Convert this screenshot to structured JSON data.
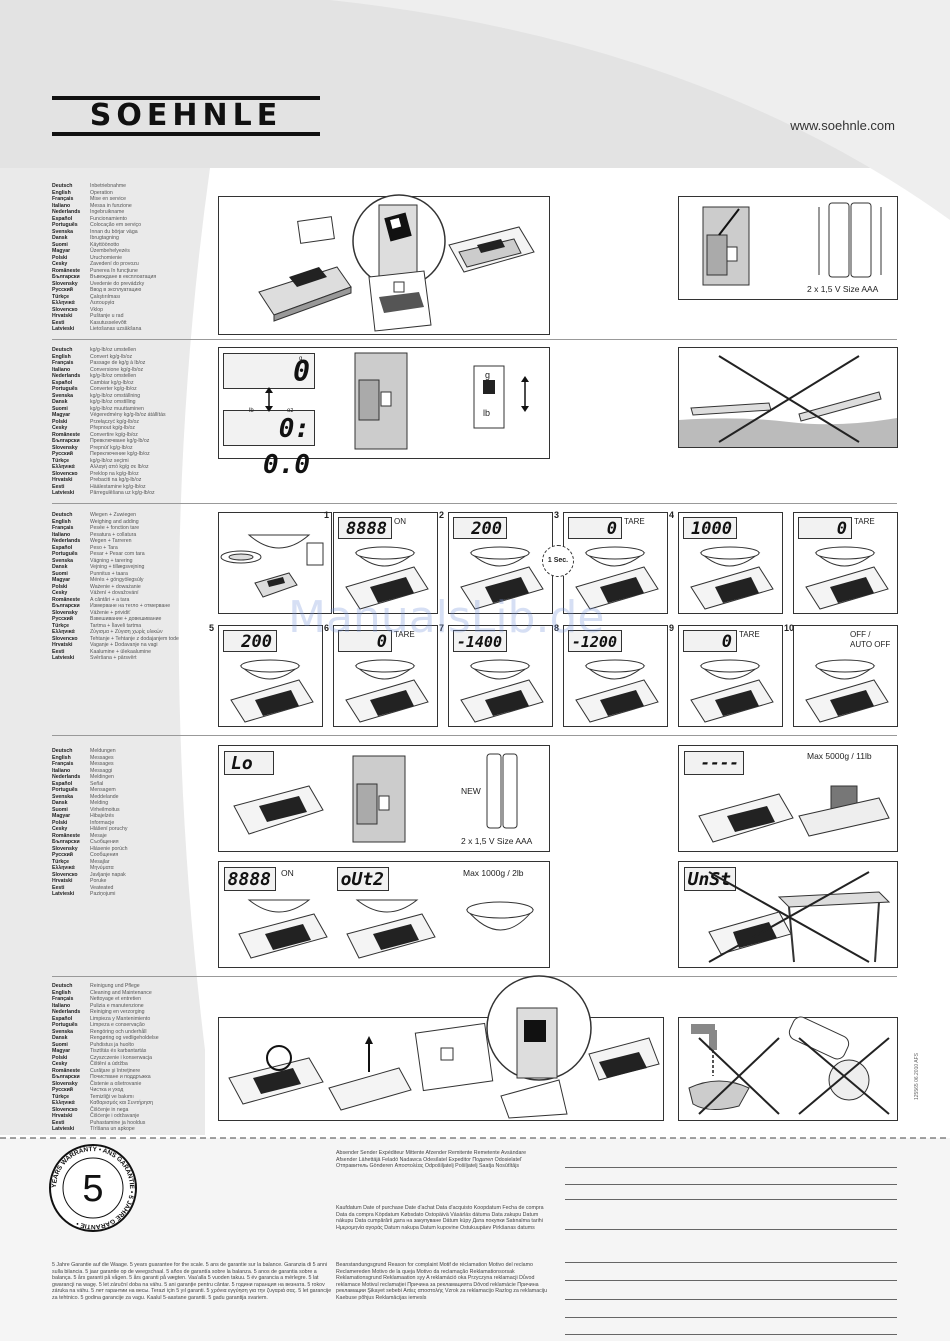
{
  "brand": "SOEHNLE",
  "website": "www.soehnle.com",
  "sections": [
    {
      "id": "operation",
      "langs": [
        [
          "Deutsch",
          "Inbetriebnahme"
        ],
        [
          "English",
          "Operation"
        ],
        [
          "Français",
          "Mise en service"
        ],
        [
          "Italiano",
          "Messa in funzione"
        ],
        [
          "Nederlands",
          "Ingebruikname"
        ],
        [
          "Español",
          "Funcionamiento"
        ],
        [
          "Português",
          "Colocação em serviço"
        ],
        [
          "Svenska",
          "Innan du börjar väga"
        ],
        [
          "Dansk",
          "Ibrugtagning"
        ],
        [
          "Suomi",
          "Käyttöönotto"
        ],
        [
          "Magyar",
          "Üzembehelyezés"
        ],
        [
          "Polski",
          "Uruchomienie"
        ],
        [
          "Cesky",
          "Zavedení do provozu"
        ],
        [
          "Româneste",
          "Punerea în funcţiune"
        ],
        [
          "Български",
          "Въвеждане в експлоатация"
        ],
        [
          "Slovensky",
          "Uvedenie do prevádzky"
        ],
        [
          "Русский",
          "Ввод в эксплуатацию"
        ],
        [
          "Türkçe",
          "Çalıştırılması"
        ],
        [
          "Ελληνικά",
          "Λειτουργία"
        ],
        [
          "Slovenско",
          "Vklop"
        ],
        [
          "Hrvatski",
          "Puštanje u rad"
        ],
        [
          "Eesti",
          "Kasutusselevõtt"
        ],
        [
          "Latvieski",
          "Lietošanas uzsākšana"
        ]
      ],
      "battery_caption": "2 x 1,5 V Size AAA"
    },
    {
      "id": "convert",
      "langs": [
        [
          "Deutsch",
          "kg/g-lb/oz umstellen"
        ],
        [
          "English",
          "Convert kg/g-lb/oz"
        ],
        [
          "Français",
          "Passage de kg/g à lb/oz"
        ],
        [
          "Italiano",
          "Conversione kg/g-lb/oz"
        ],
        [
          "Nederlands",
          "kg/g-lb/oz omstellen"
        ],
        [
          "Español",
          "Cambiar kg/g-lb/oz"
        ],
        [
          "Português",
          "Converter kg/g-lb/oz"
        ],
        [
          "Svenska",
          "kg/g-lb/oz omställning"
        ],
        [
          "Dansk",
          "kg/g-lb/oz omstilling"
        ],
        [
          "Suomi",
          "kg/g-lb/oz muuttaminen"
        ],
        [
          "Magyar",
          "Végeredmény kg/g-lb/oz átállítás"
        ],
        [
          "Polski",
          "Przełączyć kg/g-lb/oz"
        ],
        [
          "Cesky",
          "Přepnout kg/g-lb/oz"
        ],
        [
          "Româneste",
          "Convertire kg/g-lb/oz"
        ],
        [
          "Български",
          "Превключване kg/g-lb/oz"
        ],
        [
          "Slovensky",
          "Prepnúť kg/g-lb/oz"
        ],
        [
          "Русский",
          "Переключение kg/g-lb/oz"
        ],
        [
          "Türkçe",
          "kg/g-lb/oz seçimi"
        ],
        [
          "Ελληνικά",
          "Αλλαγή από kg/g σε lb/oz"
        ],
        [
          "Slovenско",
          "Preklop na kg/g-lb/oz"
        ],
        [
          "Hrvatski",
          "Prebaciti na kg/g-lb/oz"
        ],
        [
          "Eesti",
          "Häälestamine kg/g-lb/oz"
        ],
        [
          "Latvieski",
          "Pārregulēšana uz kg/g-lb/oz"
        ]
      ],
      "lcd_g": "0",
      "lcd_lb": "0: 0.0",
      "unit_g": "g",
      "unit_lb": "lb",
      "unit_oz": "oz"
    },
    {
      "id": "weigh",
      "langs": [
        [
          "Deutsch",
          "Wiegen + Zuwiegen"
        ],
        [
          "English",
          "Weighing and adding"
        ],
        [
          "Français",
          "Pesée + fonction tare"
        ],
        [
          "Italiano",
          "Pesatura + collatura"
        ],
        [
          "Nederlands",
          "Wegen + Tarreren"
        ],
        [
          "Español",
          "Peso + Tara"
        ],
        [
          "Português",
          "Pesar + Pesar com tara"
        ],
        [
          "Svenska",
          "Vägning + tarering"
        ],
        [
          "Dansk",
          "Vejning + tillægsvejning"
        ],
        [
          "Suomi",
          "Punnitus + taara"
        ],
        [
          "Magyar",
          "Mérés + göngyölegsúly"
        ],
        [
          "Polski",
          "Ważenie + doważanie"
        ],
        [
          "Cesky",
          "Vážení + dovažování"
        ],
        [
          "Româneste",
          "A cântări + a tara"
        ],
        [
          "Български",
          "Измерване на тегло + отмерване"
        ],
        [
          "Slovensky",
          "Váženie + prividiť"
        ],
        [
          "Русский",
          "Взвешивание + довешивание"
        ],
        [
          "Türkçe",
          "Tartma + İlaveli tartma"
        ],
        [
          "Ελληνικά",
          "Ζύγισμα + Ζύγιση χωρίς υλικών"
        ],
        [
          "Slovenско",
          "Tehtanje + Tehtanje z dodajanjem tode"
        ],
        [
          "Hrvatski",
          "Vaganje + Dodavanje na vagi"
        ],
        [
          "Eesti",
          "Kaalumine + ülekaalumine"
        ],
        [
          "Latvieski",
          "Svēršana + pārsvērt"
        ]
      ],
      "steps": [
        {
          "no": "1",
          "lcd": "8888",
          "label": "ON"
        },
        {
          "no": "2",
          "lcd": "200",
          "label": "",
          "timer": "1 Sec."
        },
        {
          "no": "3",
          "lcd": "0",
          "label": "TARE"
        },
        {
          "no": "4",
          "lcd": "1000",
          "label": ""
        },
        {
          "no": "",
          "lcd": "0",
          "label": "TARE"
        },
        {
          "no": "5",
          "lcd": "200",
          "label": ""
        },
        {
          "no": "6",
          "lcd": "0",
          "label": "TARE"
        },
        {
          "no": "7",
          "lcd": "-1400",
          "label": ""
        },
        {
          "no": "8",
          "lcd": "-1200",
          "label": ""
        },
        {
          "no": "9",
          "lcd": "0",
          "label": "TARE"
        },
        {
          "no": "10",
          "lcd": "",
          "label": "OFF / AUTO OFF"
        }
      ]
    },
    {
      "id": "messages",
      "langs": [
        [
          "Deutsch",
          "Meldungen"
        ],
        [
          "English",
          "Messages"
        ],
        [
          "Français",
          "Messages"
        ],
        [
          "Italiano",
          "Messaggi"
        ],
        [
          "Nederlands",
          "Meldingen"
        ],
        [
          "Español",
          "Señal"
        ],
        [
          "Português",
          "Mensagem"
        ],
        [
          "Svenska",
          "Meddelande"
        ],
        [
          "Dansk",
          "Melding"
        ],
        [
          "Suomi",
          "Virheilmoitus"
        ],
        [
          "Magyar",
          "Hibajelzés"
        ],
        [
          "Polski",
          "Informacje"
        ],
        [
          "Cesky",
          "Hlášení poruchy"
        ],
        [
          "Româneste",
          "Mesaje"
        ],
        [
          "Български",
          "Съобщения"
        ],
        [
          "Slovensky",
          "Hlásenie porúch"
        ],
        [
          "Русский",
          "Сообщения"
        ],
        [
          "Türkçe",
          "Mesajlar"
        ],
        [
          "Ελληνικά",
          "Μηνύματα"
        ],
        [
          "Slovenско",
          "Javljanje napak"
        ],
        [
          "Hrvatski",
          "Poruke"
        ],
        [
          "Eesti",
          "Veateated"
        ],
        [
          "Latvieski",
          "Paziņojumi"
        ]
      ],
      "lcd_lo": "Lo",
      "new_label": "NEW",
      "battery_caption": "2 x 1,5 V Size AAA",
      "lcd_overload": "----",
      "max_5000": "Max 5000g / 11lb",
      "lcd_on": "8888",
      "on_label": "ON",
      "lcd_out2": "oUt2",
      "max_1000": "Max 1000g / 2lb",
      "lcd_unst": "UnSt"
    },
    {
      "id": "cleaning",
      "langs": [
        [
          "Deutsch",
          "Reinigung und Pflege"
        ],
        [
          "English",
          "Cleaning and Maintenance"
        ],
        [
          "Français",
          "Nettoyage et entretien"
        ],
        [
          "Italiano",
          "Pulizia e manutenzione"
        ],
        [
          "Nederlands",
          "Reiniging en verzorging"
        ],
        [
          "Español",
          "Limpieza y Mantenimiento"
        ],
        [
          "Português",
          "Limpeza e conservação"
        ],
        [
          "Svenska",
          "Rengöring och underhåll"
        ],
        [
          "Dansk",
          "Rengøring og vedligeholdelse"
        ],
        [
          "Suomi",
          "Puhdistus ja huolto"
        ],
        [
          "Magyar",
          "Tisztítás és karbantartás"
        ],
        [
          "Polski",
          "Czyszczenie i konserwacja"
        ],
        [
          "Cesky",
          "Čištění a údržba"
        ],
        [
          "Româneste",
          "Curăţare şi întreţinere"
        ],
        [
          "Български",
          "Почистване и поддръжка"
        ],
        [
          "Slovensky",
          "Čistenie a ošetrovanie"
        ],
        [
          "Русский",
          "Чистка и уход"
        ],
        [
          "Türkçe",
          "Temizliği ve bakımı"
        ],
        [
          "Ελληνικά",
          "Καθαρισμός και Συντήρηση"
        ],
        [
          "Slovenско",
          "Čiščenje in nega"
        ],
        [
          "Hrvatski",
          "Čišćenje i održavanje"
        ],
        [
          "Eesti",
          "Puhastamine ja hooldus"
        ],
        [
          "Latvieski",
          "Tīrīšana un apkope"
        ]
      ]
    }
  ],
  "warranty": {
    "badge_number": "5",
    "badge_ring_text": "YEARS WARRANTY • ANS GARANTIE • 5 JAHRE GARANTIE •",
    "text": "5 Jahre Garantie auf die Waage. 5 years guarantee for the scale. 5 ans de garantie sur la balance. Garanzia di 5 anni sulla bilancia. 5 jaar garantie op de weegschaal. 5 años de garantía sobre la balanza. 5 anos de garantia sobre a balança. 5 års garanti på vågen. 5 års garanti på vægten. Vaa'alla 5 vuoden takuu. 5 év garancia a mérlegre. 5 lat gwarancji na wagę. 5 let záruční doba na váhu. 5 ani garanţie pentru cântar. 5 години гаранция на везната. 5 rokov záruka na váhu. 5 лет гарантии на весы. Terazi için 5 yıl garanti. 5 χρόνια εγγύηση για την ζυγαριά σας. 5 let garancije za tehtnico. 5 godina garancije za vagu. Kaalul 5-aastane garantii. 5 gadu garantija svariem."
  },
  "form": {
    "sender_label": "Absender  Sender  Expéditeur  Mittente  Afzender  Remitente  Remetente  Avsändare  Afsender  Lähettäjä  Feladó  Nadawca  Odesílatel  Expeditor  Подател  Odosielateľ  Отправитель  Gönderen  Αποστολέας  Odpošiljatelj  Pošiljatelj  Saatja  Nosūtītājs",
    "purchase_label": "Kaufdatum  Date of purchase  Date d'achat  Data d'acquisto  Koopdatum  Fecha de compra  Data da compra  Köpdatum  Købsdato  Ostopäivä  Vásárlás dátuma  Data zakupu  Datum nákupu  Data cumpărării  дата на закупуване  Dátum kúpy  Дата покупки  Satınalma tarihi  Ημερομηνία αγοράς  Datum nakupa  Datum kupovine  Ostukuupäev  Pirkšanas datums",
    "reason_label": "Beanstandungsgrund  Reason for complaint  Motif de réclamation  Motivo del reclamo  Reclamereden  Motivo de la queja  Motivo da reclamação  Reklamationsorsak  Reklamationsgrund  Reklamaation syy  A reklamáció oka  Przyczyna reklamacji  Důvod reklamace  Motivul reclamaţiei  Причина за рекламацията  Dôvod reklamácie  Причина рекламации  Şikayet sebebi  Αιτίες αποστολής  Vzrok za reklamacijo  Razlog za reklamaciju  Kaebuse põhjus  Reklamācijas iemesls",
    "serial": "125565  06.2010  AFS"
  },
  "watermark": "ManualsLib.de"
}
